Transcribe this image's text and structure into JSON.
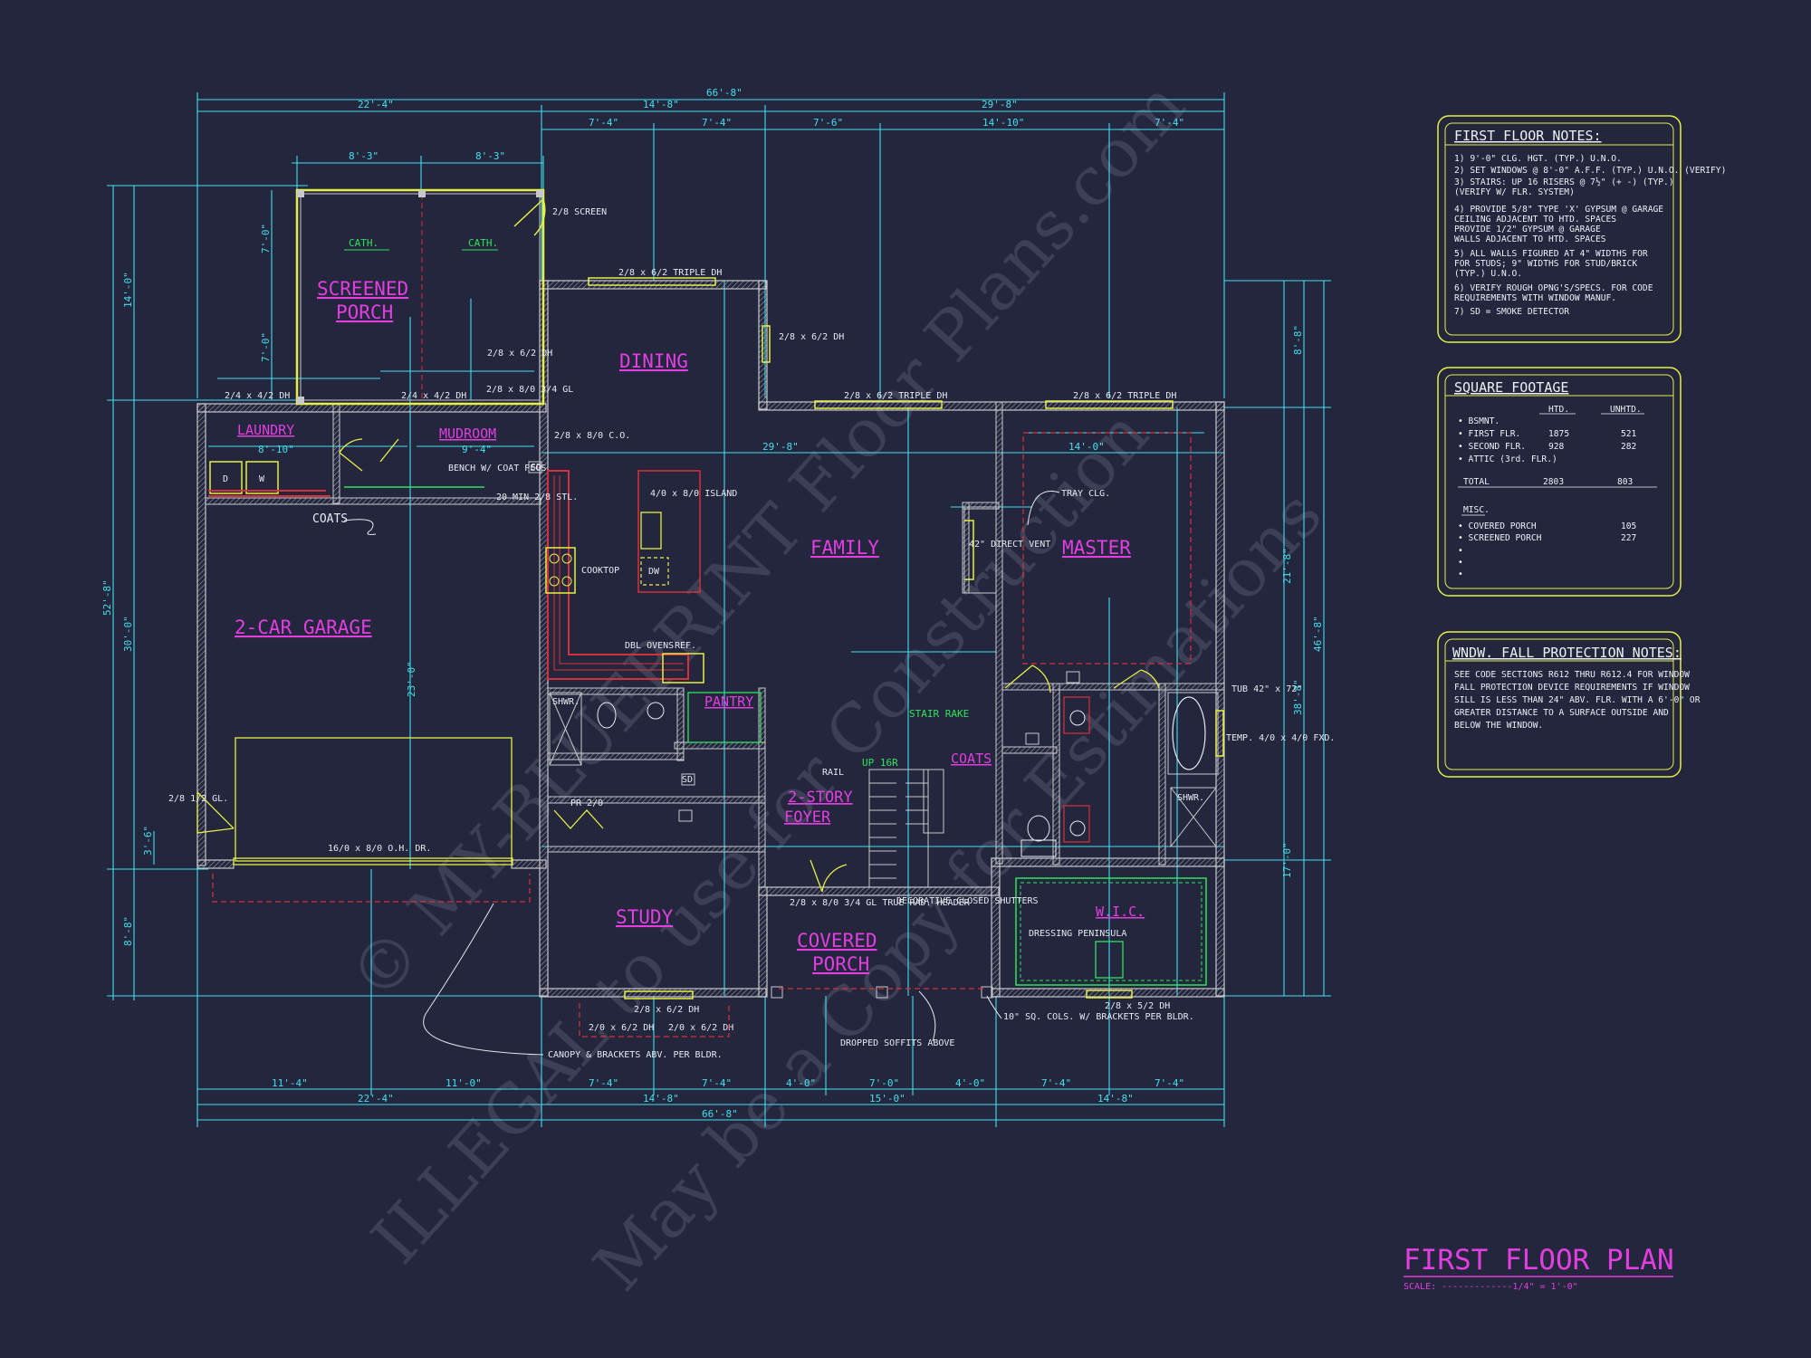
{
  "plan_title": "FIRST FLOOR PLAN",
  "scale_label": "SCALE: -------------1/4\" = 1'-0\"",
  "watermark": [
    "© MY-BLUEPRINT Floor Plans.com",
    "ILLEGAL to use for Construction",
    "May be a Copy for Estimations"
  ],
  "dimensions_top": {
    "overall": "66'-8\"",
    "left_block": "22'-4\"",
    "mid_block": "14'-8\"",
    "right_block": "29'-8\"",
    "sub": [
      "7'-4\"",
      "7'-4\"",
      "7'-6\"",
      "14'-10\"",
      "7'-4\""
    ],
    "porch": [
      "8'-3\"",
      "8'-3\""
    ]
  },
  "dimensions_bottom": {
    "row1": [
      "11'-4\"",
      "11'-0\"",
      "7'-4\"",
      "7'-4\"",
      "4'-0\"",
      "7'-0\"",
      "4'-0\"",
      "7'-4\"",
      "7'-4\""
    ],
    "row2": [
      "22'-4\"",
      "14'-8\"",
      "15'-0\"",
      "14'-8\""
    ],
    "overall": "66'-8\""
  },
  "dimensions_left": [
    "14'-0\"",
    "52'-8\"",
    "30'-0\"",
    "8'-8\"",
    "7'-0\"",
    "7'-0\"",
    "3'-6\""
  ],
  "dimensions_right": [
    "8'-8\"",
    "21'-8\"",
    "46'-8\"",
    "38'-8\"",
    "17'-0\""
  ],
  "rooms": {
    "screened_porch": "SCREENED PORCH",
    "dining": "DINING",
    "family": "FAMILY",
    "master": "MASTER",
    "garage": "2-CAR GARAGE",
    "study": "STUDY",
    "foyer": "2-STORY FOYER",
    "covered_porch": "COVERED PORCH",
    "laundry": "LAUNDRY",
    "mudroom": "MUDROOM",
    "pantry": "PANTRY",
    "wic": "W.I.C.",
    "coats_garage": "COATS",
    "coats_foyer": "COATS"
  },
  "labels": {
    "cath1": "CATH.",
    "cath2": "CATH.",
    "screen_door": "2/8 SCREEN",
    "triple_dh_top": "2/8 x 6/2 TRIPLE DH",
    "dh_dining": "2/8 x 6/2 DH",
    "triple_dh_family": "2/8 x 6/2 TRIPLE DH",
    "triple_dh_master": "2/8 x 6/2 TRIPLE DH",
    "porch_dh": "2/8 x 6/2 DH",
    "dh_laundry": "2/4 x 4/2 DH",
    "dh_mudroom": "2/4 x 4/2 DH",
    "door_mud": "2/8 x 8/0 3/4 GL",
    "co_kitchen": "2/8 x 8/0 C.O.",
    "bench": "BENCH W/ COAT PEGS",
    "min20": "20 MIN 2/8 STL.",
    "island": "4/0 x 8/0 ISLAND",
    "cooktop": "COOKTOP",
    "dbl_ovens": "DBL OVENS",
    "ref": "REF.",
    "dw": "DW",
    "washer": "W",
    "dryer": "D",
    "overall_29": "29'-8\"",
    "dim_14": "14'-0\"",
    "dim_8_10": "8'-10\"",
    "dim_9_4": "9'-4\"",
    "tray": "TRAY CLG.",
    "vent": "42\" DIRECT VENT",
    "tub": "TUB 42\" x 72\"",
    "temp": "TEMP. 4/0 x 4/0 FXD.",
    "shwr1": "SHWR.",
    "shwr2": "SHWR.",
    "pr": "PR 2/0",
    "stair_rake": "STAIR RAKE",
    "up": "UP 16R",
    "rail": "RAIL",
    "garage_door": "16/0 x 8/0 O.H. DR.",
    "garage_side": "2/8 1/2 GL.",
    "dim_23": "23'-0\"",
    "canopy": "CANOPY & BRACKETS ABV. PER BLDR.",
    "dh_study1": "2/8 x 6/2 DH",
    "dh_study2": "2/0 x 6/2 DH",
    "dh_study3": "2/0 x 6/2 DH",
    "true_rad": "2/8 x 8/0 3/4 GL TRUE RAD. HEADER",
    "shutters": "DECORATIVE CLOSED SHUTTERS",
    "soffits": "DROPPED SOFFITS ABOVE",
    "cols": "10\" SQ. COLS. W/ BRACKETS PER BLDR.",
    "dressing": "DRESSING PENINSULA",
    "dh_wic": "2/8 x 5/2 DH",
    "sd": "SD"
  },
  "notes_first_floor": {
    "title": "FIRST FLOOR NOTES:",
    "items": [
      "1) 9'-0\" CLG. HGT. (TYP.) U.N.O.",
      "2) SET WINDOWS @ 8'-0\" A.F.F. (TYP.) U.N.O. (VERIFY)",
      "3) STAIRS: UP 16 RISERS @ 7½\" (+ -) (TYP.)",
      "    (VERIFY W/ FLR. SYSTEM)",
      "4) PROVIDE 5/8\" TYPE 'X' GYPSUM @ GARAGE",
      "    CEILING ADJACENT TO HTD. SPACES",
      "    PROVIDE 1/2\" GYPSUM @ GARAGE",
      "    WALLS ADJACENT TO HTD. SPACES",
      "5) ALL WALLS FIGURED AT 4\" WIDTHS FOR",
      "    FOR STUDS; 9\" WIDTHS FOR STUD/BRICK",
      "    (TYP.) U.N.O.",
      "6) VERIFY ROUGH OPNG'S/SPECS. FOR CODE",
      "    REQUIREMENTS WITH WINDOW MANUF.",
      "7) SD = SMOKE DETECTOR"
    ]
  },
  "square_footage": {
    "title": "SQUARE FOOTAGE",
    "col_htd": "HTD.",
    "col_unhtd": "UNHTD.",
    "rows": [
      {
        "label": "• BSMNT.",
        "htd": "",
        "unhtd": ""
      },
      {
        "label": "• FIRST FLR.",
        "htd": "1875",
        "unhtd": "521"
      },
      {
        "label": "• SECOND FLR.",
        "htd": "928",
        "unhtd": "282"
      },
      {
        "label": "• ATTIC (3rd. FLR.)",
        "htd": "",
        "unhtd": ""
      }
    ],
    "total_label": "TOTAL",
    "total_htd": "2803",
    "total_unhtd": "803",
    "misc_label": "MISC.",
    "misc_rows": [
      {
        "label": "• COVERED PORCH",
        "value": "105"
      },
      {
        "label": "• SCREENED PORCH",
        "value": "227"
      }
    ]
  },
  "fall_notes": {
    "title": "WNDW. FALL PROTECTION NOTES:",
    "lines": [
      "SEE CODE SECTIONS R612 THRU R612.4 FOR WINDOW",
      "FALL PROTECTION DEVICE REQUIREMENTS IF WINDOW",
      "SILL IS LESS THAN 24\" ABV. FLR. WITH A 6'-0\" OR",
      "GREATER DISTANCE TO A SURFACE OUTSIDE AND",
      "BELOW THE WINDOW."
    ]
  },
  "colors": {
    "background": "#23263d",
    "dimension": "#41e0ee",
    "room_label": "#e23ee0",
    "wall": "#c8c8cc",
    "panel_border": "#e6ef45",
    "accent_red": "#d8303a",
    "accent_green": "#31e35a"
  }
}
